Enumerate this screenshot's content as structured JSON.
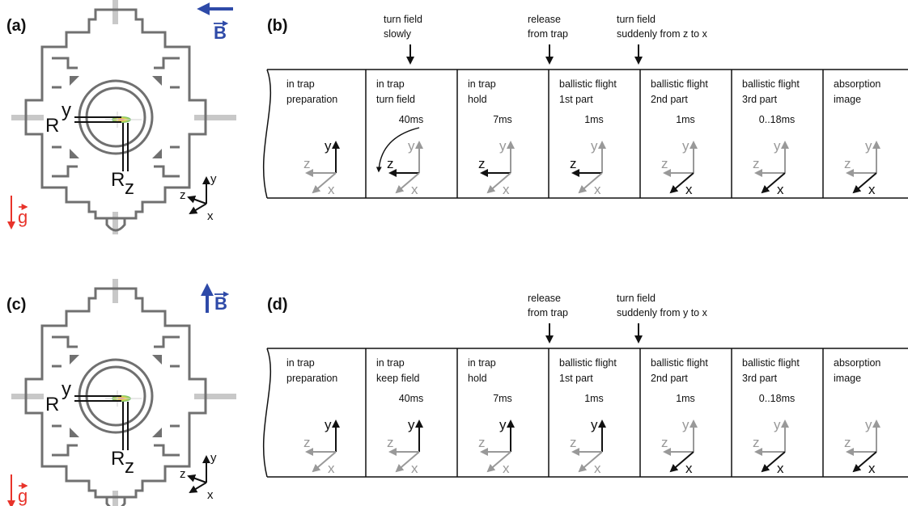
{
  "panels": {
    "a": "(a)",
    "b": "(b)",
    "c": "(c)",
    "d": "(d)"
  },
  "trap": {
    "ry_main": "R",
    "ry_sub": "y",
    "rz_main": "R",
    "rz_sub": "z",
    "g_label": "g",
    "b_label": "B",
    "axis_x": "x",
    "axis_y": "y",
    "axis_z": "z"
  },
  "colors": {
    "gravity": "#e8332a",
    "field": "#2e4aa8",
    "active_axis": "#111111",
    "inactive_axis": "#999999"
  },
  "sequence_b": {
    "events": [
      {
        "line1": "turn field",
        "line2": "slowly"
      },
      {
        "line1": "release",
        "line2": "from trap"
      },
      {
        "line1": "turn field",
        "line2": "suddenly from z to x"
      }
    ],
    "steps": [
      {
        "line1": "in trap",
        "line2": "preparation",
        "time": "",
        "active": "y"
      },
      {
        "line1": "in trap",
        "line2": "turn field",
        "time": "40ms",
        "active": "z"
      },
      {
        "line1": "in trap",
        "line2": "hold",
        "time": "7ms",
        "active": "z"
      },
      {
        "line1": "ballistic flight",
        "line2": "1st part",
        "time": "1ms",
        "active": "z"
      },
      {
        "line1": "ballistic flight",
        "line2": "2nd part",
        "time": "1ms",
        "active": "x"
      },
      {
        "line1": "ballistic flight",
        "line2": "3rd part",
        "time": "0..18ms",
        "active": "x"
      },
      {
        "line1": "absorption",
        "line2": "image",
        "time": "",
        "active": "x"
      }
    ]
  },
  "sequence_d": {
    "events": [
      {
        "line1": "release",
        "line2": "from trap"
      },
      {
        "line1": "turn field",
        "line2": "suddenly from y to x"
      }
    ],
    "steps": [
      {
        "line1": "in trap",
        "line2": "preparation",
        "time": "",
        "active": "y"
      },
      {
        "line1": "in trap",
        "line2": "keep field",
        "time": "40ms",
        "active": "y"
      },
      {
        "line1": "in trap",
        "line2": "hold",
        "time": "7ms",
        "active": "y"
      },
      {
        "line1": "ballistic flight",
        "line2": "1st part",
        "time": "1ms",
        "active": "y"
      },
      {
        "line1": "ballistic flight",
        "line2": "2nd part",
        "time": "1ms",
        "active": "x"
      },
      {
        "line1": "ballistic flight",
        "line2": "3rd part",
        "time": "0..18ms",
        "active": "x"
      },
      {
        "line1": "absorption",
        "line2": "image",
        "time": "",
        "active": "x"
      }
    ]
  }
}
